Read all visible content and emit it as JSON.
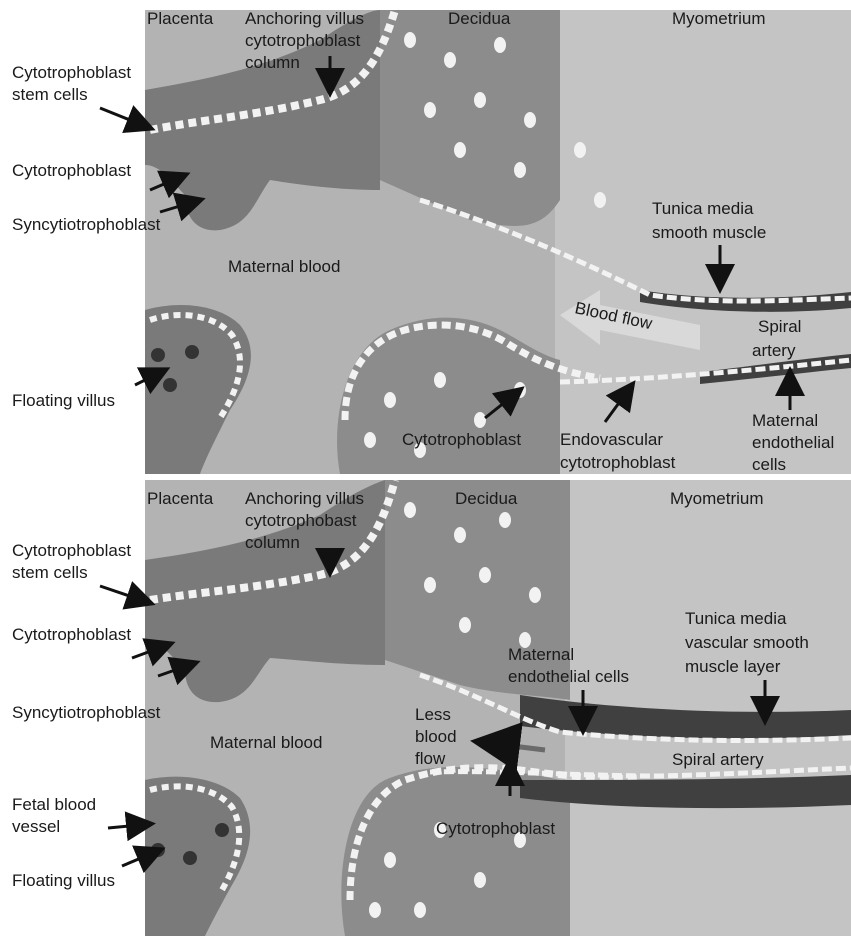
{
  "colors": {
    "background": "#ffffff",
    "decidua": "#8c8c8c",
    "myometrium": "#c4c4c4",
    "placenta_tissue": "#7a7a7a",
    "maternal_blood": "#b3b3b3",
    "cell": "#f2f2f2",
    "smooth_muscle": "#404040",
    "text": "#1a1a1a"
  },
  "top_panel": {
    "labels": {
      "placenta": "Placenta",
      "anchoring_villus": "Anchoring villus",
      "cytotrophoblast_column": "cytotrophoblast",
      "column": "column",
      "decidua": "Decidua",
      "myometrium": "Myometrium",
      "stem_cells_1": "Cytotrophoblast",
      "stem_cells_2": "stem cells",
      "cytotrophoblast": "Cytotrophoblast",
      "syncytiotrophoblast": "Syncytiotrophoblast",
      "tunica_media_1": "Tunica media",
      "tunica_media_2": "smooth muscle",
      "maternal_blood": "Maternal blood",
      "blood_flow": "Blood flow",
      "spiral_artery_1": "Spiral",
      "spiral_artery_2": "artery",
      "floating_villus": "Floating villus",
      "cytotrophoblast_bottom": "Cytotrophoblast",
      "endovascular_1": "Endovascular",
      "endovascular_2": "cytotrophoblast",
      "maternal_endo_1": "Maternal",
      "maternal_endo_2": "endothelial",
      "maternal_endo_3": "cells"
    }
  },
  "bottom_panel": {
    "labels": {
      "placenta": "Placenta",
      "anchoring_villus": "Anchoring villus",
      "cytotrophobast": "cytotrophobast",
      "column": "column",
      "decidua": "Decidua",
      "myometrium": "Myometrium",
      "stem_cells_1": "Cytotrophoblast",
      "stem_cells_2": "stem cells",
      "cytotrophoblast": "Cytotrophoblast",
      "syncytiotrophoblast": "Syncytiotrophoblast",
      "maternal_endo_1": "Maternal",
      "maternal_endo_2": "endothelial cells",
      "tunica_media_1": "Tunica media",
      "tunica_media_2": "vascular smooth",
      "tunica_media_3": "muscle layer",
      "less_1": "Less",
      "less_2": "blood",
      "less_3": "flow",
      "maternal_blood": "Maternal blood",
      "spiral_artery": "Spiral artery",
      "fetal_vessel_1": "Fetal blood",
      "fetal_vessel_2": "vessel",
      "cytotrophoblast_bottom": "Cytotrophoblast",
      "floating_villus": "Floating villus"
    }
  }
}
